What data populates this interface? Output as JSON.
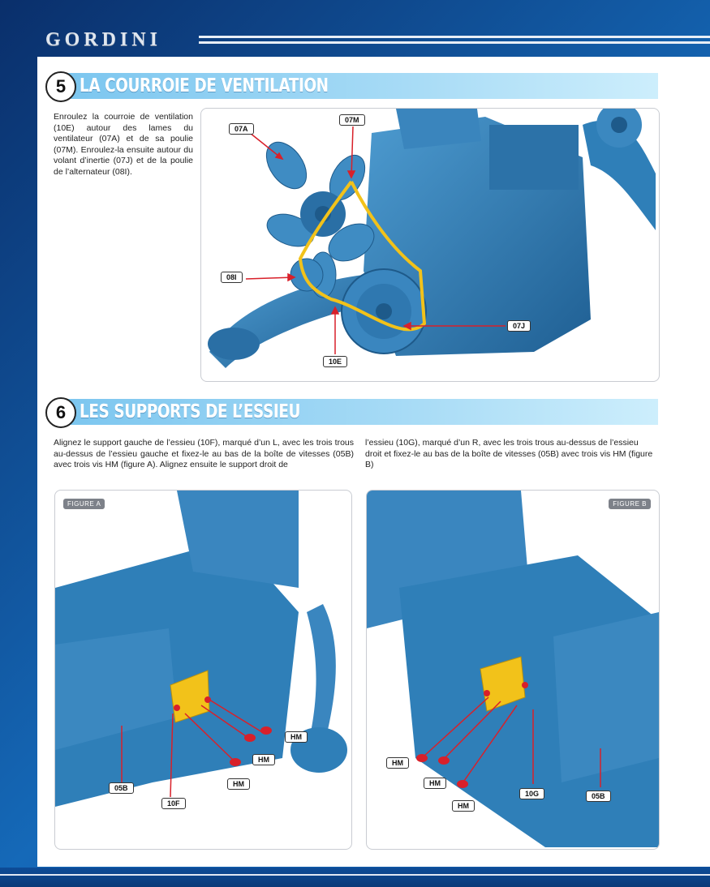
{
  "header": {
    "brand": "GORDINI"
  },
  "section5": {
    "number": "5",
    "title": "LA COURROIE DE VENTILATION",
    "text": "Enroulez la courroie de ventilation (10E) autour des lames du ventilateur (07A) et de sa poulie (07M). Enroulez-la ensuite autour du volant d’inertie (07J) et de la poulie de l’alternateur (08I).",
    "callouts": {
      "c07A": "07A",
      "c07M": "07M",
      "c08I": "08I",
      "c10E": "10E",
      "c07J": "07J"
    }
  },
  "section6": {
    "number": "6",
    "title": "LES SUPPORTS DE L’ESSIEU",
    "text_left": "Alignez le support gauche de l’essieu (10F), marqué d’un L, avec les trois trous au-dessus de l’essieu gauche et fixez-le au bas de la boîte de vitesses (05B) avec trois vis HM (figure A). Alignez ensuite le support droit de",
    "text_right": "l’essieu (10G), marqué d’un R, avec les trois trous au-dessus de l’essieu droit et fixez-le au bas de la boîte de vitesses (05B) avec trois vis HM (figure B)",
    "figure_a": {
      "label": "FIGURE A",
      "hm1": "HM",
      "hm2": "HM",
      "hm3": "HM",
      "c05B": "05B",
      "c10F": "10F"
    },
    "figure_b": {
      "label": "FIGURE B",
      "hm1": "HM",
      "hm2": "HM",
      "hm3": "HM",
      "c10G": "10G",
      "c05B": "05B"
    }
  },
  "colors": {
    "engine": "#2f7fb8",
    "belt": "#f2c21a",
    "arrow": "#d8202a",
    "band": "#8fd0f2",
    "page_bg": "#0b3d83"
  }
}
